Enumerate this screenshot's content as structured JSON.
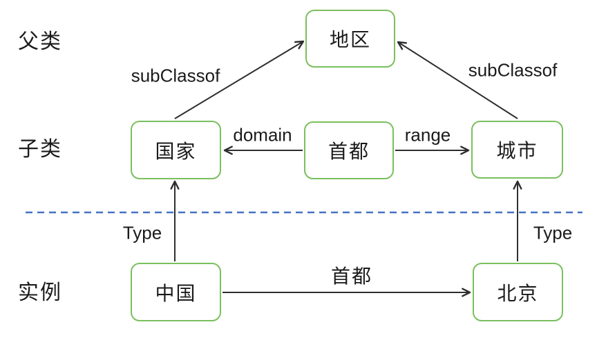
{
  "diagram": {
    "background": "#ffffff",
    "colors": {
      "node_border": "#7abf5e",
      "divider": "#4472c4",
      "arrow": "#2e2e2e",
      "text": "#1b1b1b"
    },
    "row_labels": [
      {
        "id": "parent-class",
        "text": "父类"
      },
      {
        "id": "sub-class",
        "text": "子类"
      },
      {
        "id": "instance",
        "text": "实例"
      }
    ],
    "nodes": [
      {
        "id": "region",
        "label": "地区"
      },
      {
        "id": "country",
        "label": "国家"
      },
      {
        "id": "capital",
        "label": "首都"
      },
      {
        "id": "city",
        "label": "城市"
      },
      {
        "id": "china",
        "label": "中国"
      },
      {
        "id": "beijing",
        "label": "北京"
      }
    ],
    "edges": [
      {
        "from": "国家",
        "to": "地区",
        "label": "subClassof"
      },
      {
        "from": "城市",
        "to": "地区",
        "label": "subClassof"
      },
      {
        "from": "首都",
        "to": "国家",
        "label": "domain"
      },
      {
        "from": "首都",
        "to": "城市",
        "label": "range"
      },
      {
        "from": "中国",
        "to": "国家",
        "label": "Type"
      },
      {
        "from": "北京",
        "to": "城市",
        "label": "Type"
      },
      {
        "from": "中国",
        "to": "北京",
        "label": "首都"
      }
    ]
  }
}
